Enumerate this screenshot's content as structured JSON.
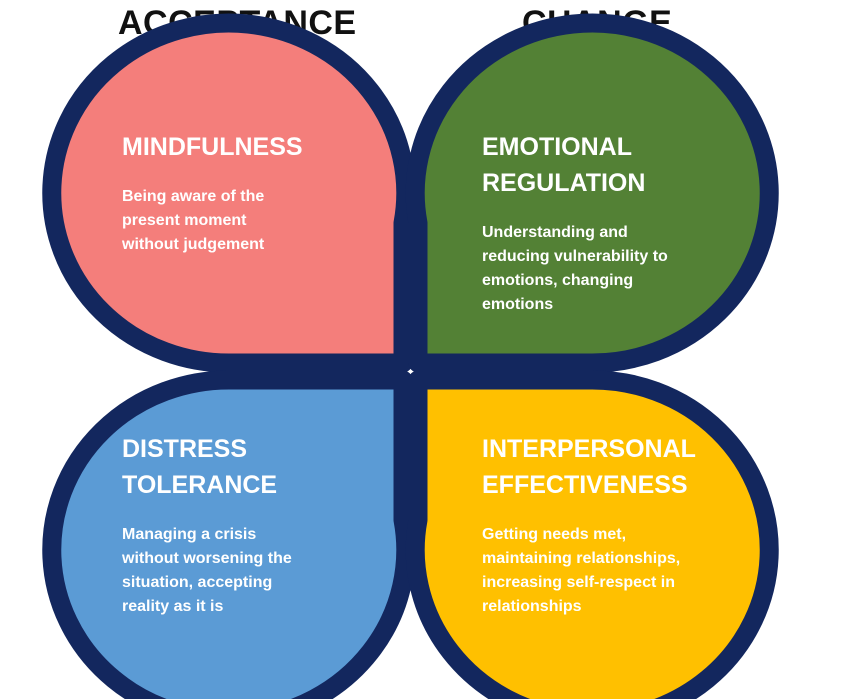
{
  "headers": {
    "acceptance": "ACCEPTANCE",
    "change": "CHANGE"
  },
  "petals": {
    "mindfulness": {
      "title": "MINDFULNESS",
      "description": "Being aware of the\npresent moment\nwithout judgement",
      "color": "#F47E7B"
    },
    "emotional_regulation": {
      "title": "EMOTIONAL\nREGULATION",
      "description": "Understanding and\nreducing vulnerability to\nemotions, changing\nemotions",
      "color": "#538135"
    },
    "distress_tolerance": {
      "title": "DISTRESS\nTOLERANCE",
      "description": "Managing a crisis\nwithout worsening the\nsituation, accepting\nreality as it is",
      "color": "#5B9BD5"
    },
    "interpersonal_effectiveness": {
      "title": "INTERPERSONAL\nEFFECTIVENESS",
      "description": "Getting needs met,\nmaintaining relationships,\nincreasing self-respect in\nrelationships",
      "color": "#FFC000"
    }
  },
  "border_color": "#13275E"
}
